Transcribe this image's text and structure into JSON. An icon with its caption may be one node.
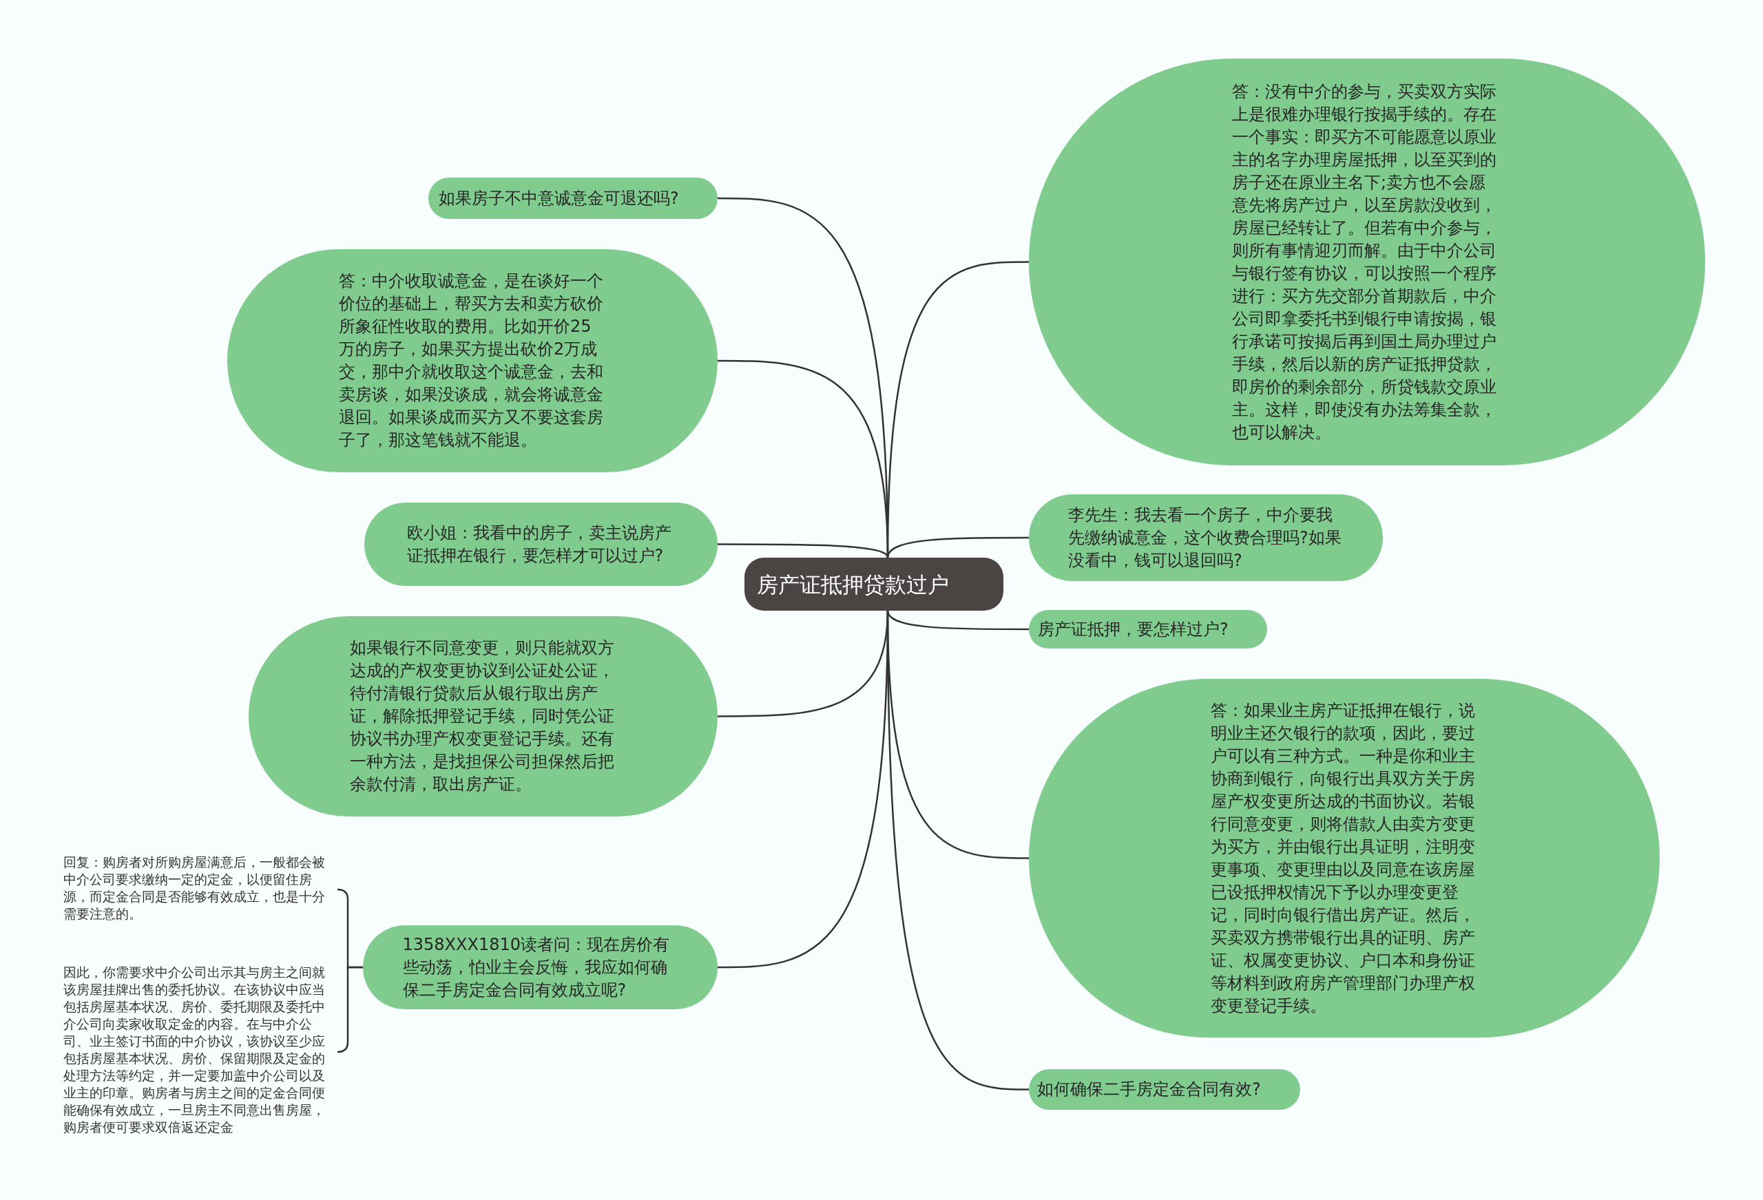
{
  "diagram": {
    "nodes": [
      {
        "text": [
          "房产证抵押贷款过户"
        ]
      },
      {
        "text": [
          "如果房子不中意诚意金可退还吗?"
        ]
      },
      {
        "text": [
          "答：中介收取诚意金，是在谈好一个价位的基础上，帮买方去和卖方砍价所象征性收取的费用。比如开价25万的房子，如果买方提出砍价2万成交，那中介就收取这个诚意金，去和卖房谈，如果没谈成，就会将诚意金退回。如果谈成而买方又不要这套房子了，那这笔钱就不能退。"
        ]
      },
      {
        "text": [
          "欧小姐：我看中的房子，卖主说房产证抵押在银行，要怎样才可以过户?"
        ]
      },
      {
        "text": [
          "如果银行不同意变更，则只能就双方达成的产权变更协议到公证处公证，待付清银行贷款后从银行取出房产证，解除抵押登记手续，同时凭公证协议书办理产权变更登记手续。还有一种方法，是找担保公司担保然后把余款付清，取出房产证。"
        ]
      },
      {
        "text": [
          "1358XXX1810读者问：现在房价有些动荡，怕业主会反悔，我应如何确保二手房定金合同有效成立呢?"
        ]
      },
      {
        "text": [
          "回复：购房者对所购房屋满意后，一般都会被中介公司要求缴纳一定的定金，以便留住房源，而定金合同是否能够有效成立，也是十分需要注意的。"
        ]
      },
      {
        "text": [
          "因此，你需要求中介公司出示其与房主之间就该房屋挂牌出售的委托协议。在该协议中应当包括房屋基本状况、房价、委托期限及委托中介公司向卖家收取定金的内容。在与中介公司、业主签订书面的中介协议，该协议至少应包括房屋基本状况、房价、保留期限及定金的处理方法等约定，并一定要加盖中介公司以及业主的印章。购房者与房主之间的定金合同便能确保有效成立，一旦房主不同意出售房屋，购房者便可要求双倍返还定金"
        ]
      },
      {
        "text": [
          "答：没有中介的参与，买卖双方实际上是很难办理银行按揭手续的。存在一个事实：即买方不可能愿意以原业主的名字办理房屋抵押，以至买到的房子还在原业主名下;卖方也不会愿意先将房产过户，以至房款没收到，房屋已经转让了。但若有中介参与，则所有事情迎刃而解。由于中介公司与银行签有协议，可以按照一个程序进行：买方先交部分首期款后，中介公司即拿委托书到银行申请按揭，银行承诺可按揭后再到国土局办理过户手续，然后以新的房产证抵押贷款，即房价的剩余部分，所贷钱款交原业主。这样，即使没有办法筹集全款，也可以解决。"
        ]
      },
      {
        "text": [
          "李先生：我去看一个房子，中介要我先缴纳诚意金，这个收费合理吗?如果没看中，钱可以退回吗?"
        ]
      },
      {
        "text": [
          "房产证抵押，要怎样过户?"
        ]
      },
      {
        "text": [
          "答：如果业主房产证抵押在银行，说明业主还欠银行的款项，因此，要过户可以有三种方式。一种是你和业主协商到银行，向银行出具双方关于房屋产权变更所达成的书面协议。若银行同意变更，则将借款人由卖方变更为买方，并由银行出具证明，注明变更事项、变更理由以及同意在该房屋已设抵押权情况下予以办理变更登记，同时向银行借出房产证。然后，买卖双方携带银行出具的证明、房产证、权属变更协议、户口本和身份证等材料到政府房产管理部门办理产权变更登记手续。"
        ]
      },
      {
        "text": [
          "如何确保二手房定金合同有效?"
        ]
      }
    ],
    "edges": [
      {
        "from": 0,
        "to": 1,
        "arrow": "none"
      },
      {
        "from": 0,
        "to": 2,
        "arrow": "none"
      },
      {
        "from": 0,
        "to": 3,
        "arrow": "none"
      },
      {
        "from": 0,
        "to": 4,
        "arrow": "none"
      },
      {
        "from": 0,
        "to": 5,
        "arrow": "none"
      },
      {
        "from": 5,
        "to": 6,
        "arrow": "none"
      },
      {
        "from": 5,
        "to": 7,
        "arrow": "none"
      },
      {
        "from": 0,
        "to": 8,
        "arrow": "none"
      },
      {
        "from": 0,
        "to": 9,
        "arrow": "none"
      },
      {
        "from": 0,
        "to": 10,
        "arrow": "none"
      },
      {
        "from": 0,
        "to": 11,
        "arrow": "none"
      },
      {
        "from": 0,
        "to": 12,
        "arrow": "none"
      }
    ]
  }
}
